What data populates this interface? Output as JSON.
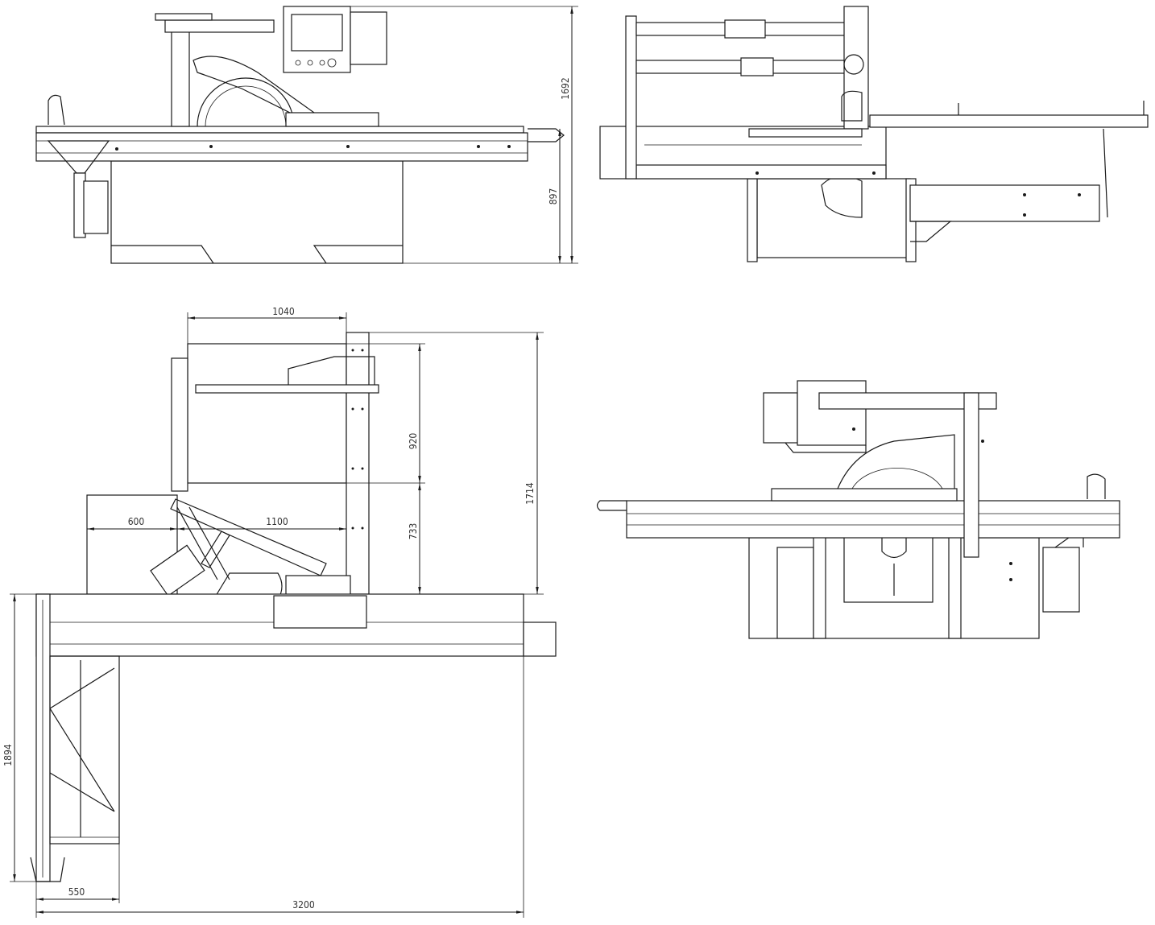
{
  "title": "Sliding table panel saw - general arrangement drawing",
  "views": {
    "front_elevation": {
      "dimensions": {
        "overall_height": "1692",
        "table_height": "897"
      }
    },
    "side_elevation": {},
    "plan_view": {
      "dimensions": {
        "fence_width": "1040",
        "upper_height": "920",
        "lower_height": "733",
        "total_depth": "1714",
        "left_offset": "600",
        "arm_reach": "1100",
        "frame_length": "1894",
        "frame_width": "550",
        "overall_length": "3200"
      }
    },
    "rear_elevation": {}
  },
  "colors": {
    "line": "#1a1a1a",
    "background": "#ffffff",
    "dimension_text": "#333333"
  }
}
